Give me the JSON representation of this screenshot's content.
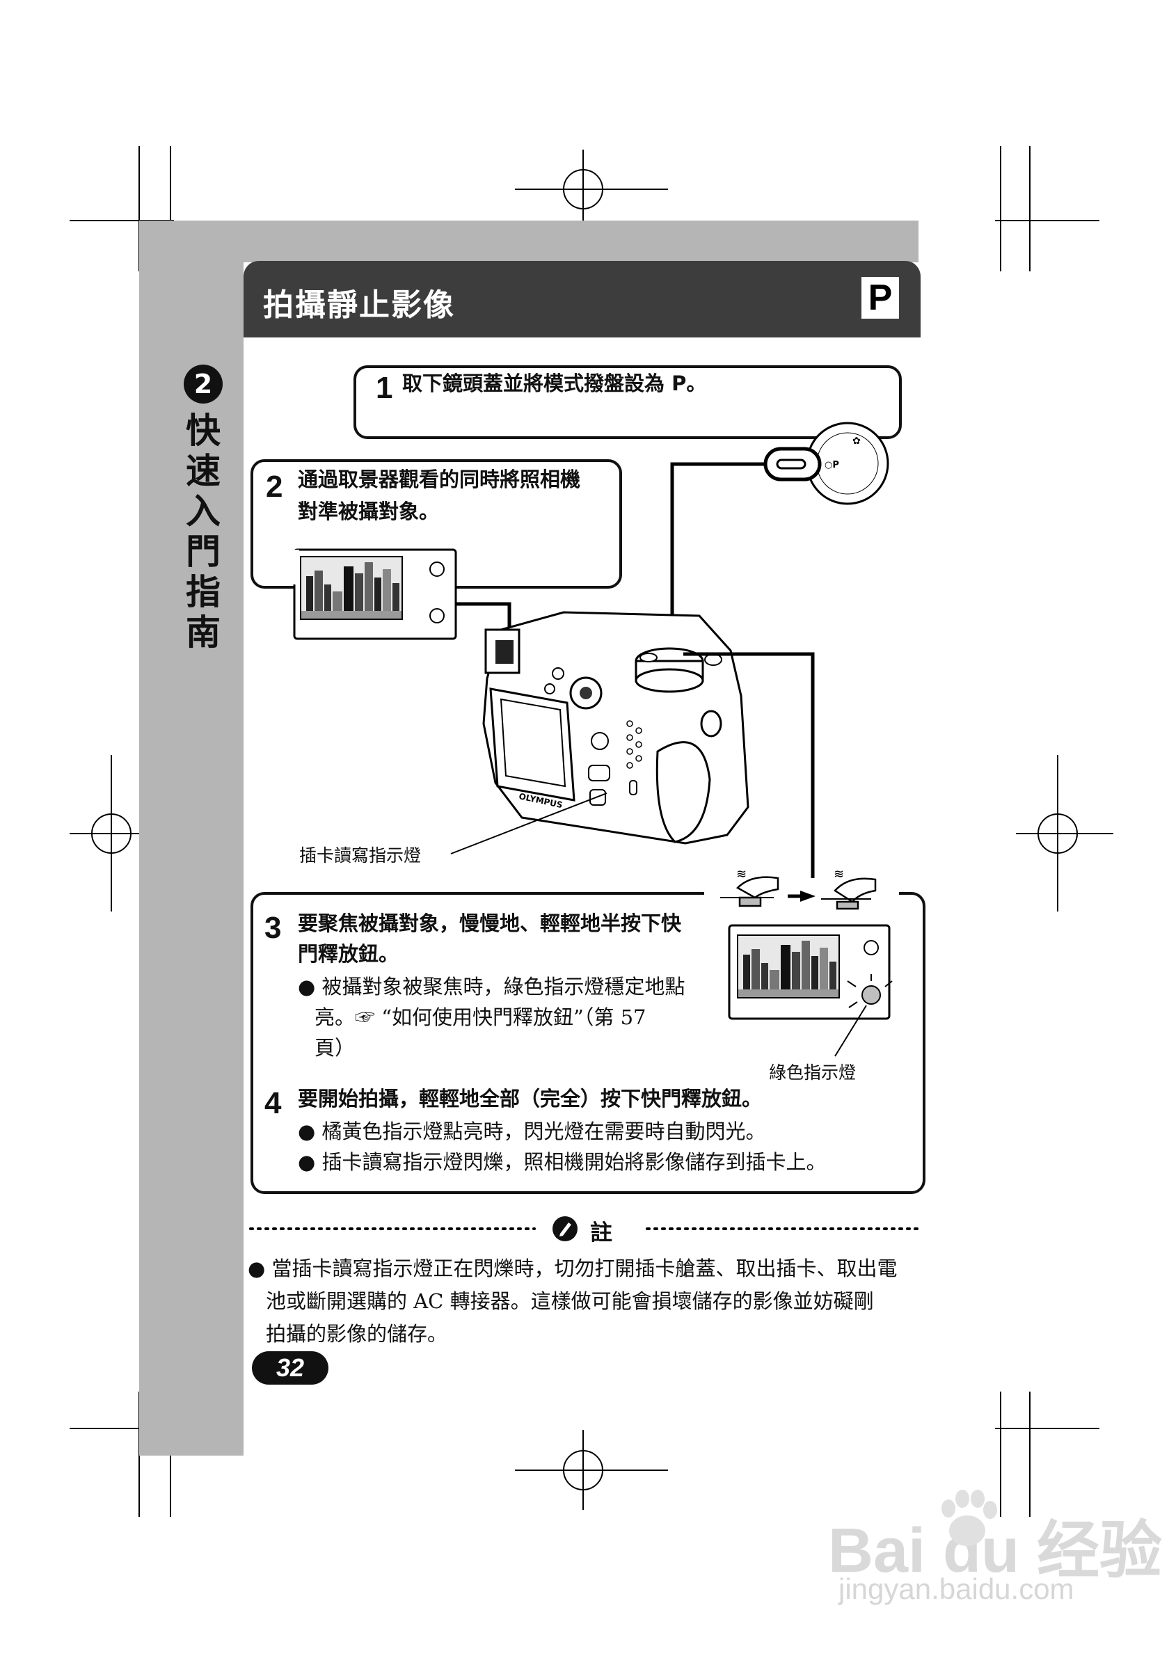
{
  "header": {
    "title": "拍攝靜止影像",
    "mode_badge": "P"
  },
  "chapter": {
    "number": "2",
    "title": "快速入門指南"
  },
  "steps": [
    {
      "num": "1",
      "text": "取下鏡頭蓋並將模式撥盤設為 P。"
    },
    {
      "num": "2",
      "lines": [
        "通過取景器觀看的同時將照相機",
        "對準被攝對象。"
      ]
    },
    {
      "num": "3",
      "lines": [
        "要聚焦被攝對象，慢慢地、輕輕地半按下快",
        "門釋放鈕。"
      ],
      "bullet_lines": [
        "被攝對象被聚焦時，綠色指示燈穩定地點",
        "亮。☞ “如何使用快門釋放鈕”（第 57",
        "頁）"
      ]
    },
    {
      "num": "4",
      "text": "要開始拍攝，輕輕地全部（完全）按下快門釋放鈕。",
      "bullets": [
        "橘黃色指示燈點亮時，閃光燈在需要時自動閃光。",
        "插卡讀寫指示燈閃爍，照相機開始將影像儲存到插卡上。"
      ]
    }
  ],
  "labels": {
    "card_indicator": "插卡讀寫指示燈",
    "green_indicator": "綠色指示燈",
    "camera_brand": "OLYMPUS"
  },
  "note": {
    "heading": "註",
    "lines": [
      "當插卡讀寫指示燈正在閃爍時，切勿打開插卡艙蓋、取出插卡、取出電",
      "池或斷開選購的 AC 轉接器。這樣做可能會損壞儲存的影像並妨礙剛",
      "拍攝的影像的儲存。"
    ]
  },
  "page_number": "32",
  "watermark": {
    "logo": "Bai du 经验",
    "url": "jingyan.baidu.com"
  }
}
